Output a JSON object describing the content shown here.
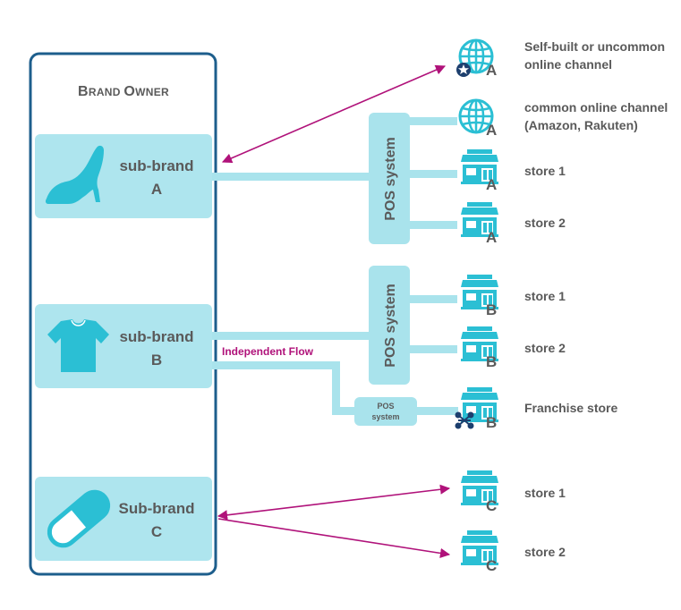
{
  "owner": {
    "title_big_1": "B",
    "title_small_1": "RAND ",
    "title_big_2": "O",
    "title_small_2": "WNER"
  },
  "sub_brands": [
    {
      "line1": "sub-brand",
      "line2": "A",
      "icon": "high-heel-icon"
    },
    {
      "line1": "sub-brand",
      "line2": "B",
      "icon": "t-shirt-icon"
    },
    {
      "line1": "Sub-brand",
      "line2": "C",
      "icon": "pill-capsule-icon"
    }
  ],
  "pos": {
    "big_label": "POS system",
    "small_line1": "POS",
    "small_line2": "system"
  },
  "flow_label": "Independent Flow",
  "channels": [
    {
      "label_line1": "Self-built or uncommon",
      "label_line2": "online channel",
      "icon": "globe-icon",
      "letter": "A",
      "badge": "star-badge-icon"
    },
    {
      "label_line1": "common online channel",
      "label_line2": "(Amazon, Rakuten)",
      "icon": "globe-icon",
      "letter": "A"
    },
    {
      "label_line1": "store 1",
      "icon": "store-icon",
      "letter": "A"
    },
    {
      "label_line1": "store 2",
      "icon": "store-icon",
      "letter": "A"
    },
    {
      "label_line1": "store 1",
      "icon": "store-icon",
      "letter": "B"
    },
    {
      "label_line1": "store 2",
      "icon": "store-icon",
      "letter": "B"
    },
    {
      "label_line1": "Franchise store",
      "icon": "store-icon",
      "letter": "B",
      "badge": "network-badge-icon"
    },
    {
      "label_line1": "store 1",
      "icon": "store-icon",
      "letter": "C"
    },
    {
      "label_line1": "store 2",
      "icon": "store-icon",
      "letter": "C"
    }
  ],
  "colors": {
    "accent": "#2bbfd4",
    "panel": "#aee5ee",
    "border": "#1d5e8c",
    "arrow": "#b0127a",
    "text": "#5a5a5a",
    "pos": "#a9e3ec"
  }
}
